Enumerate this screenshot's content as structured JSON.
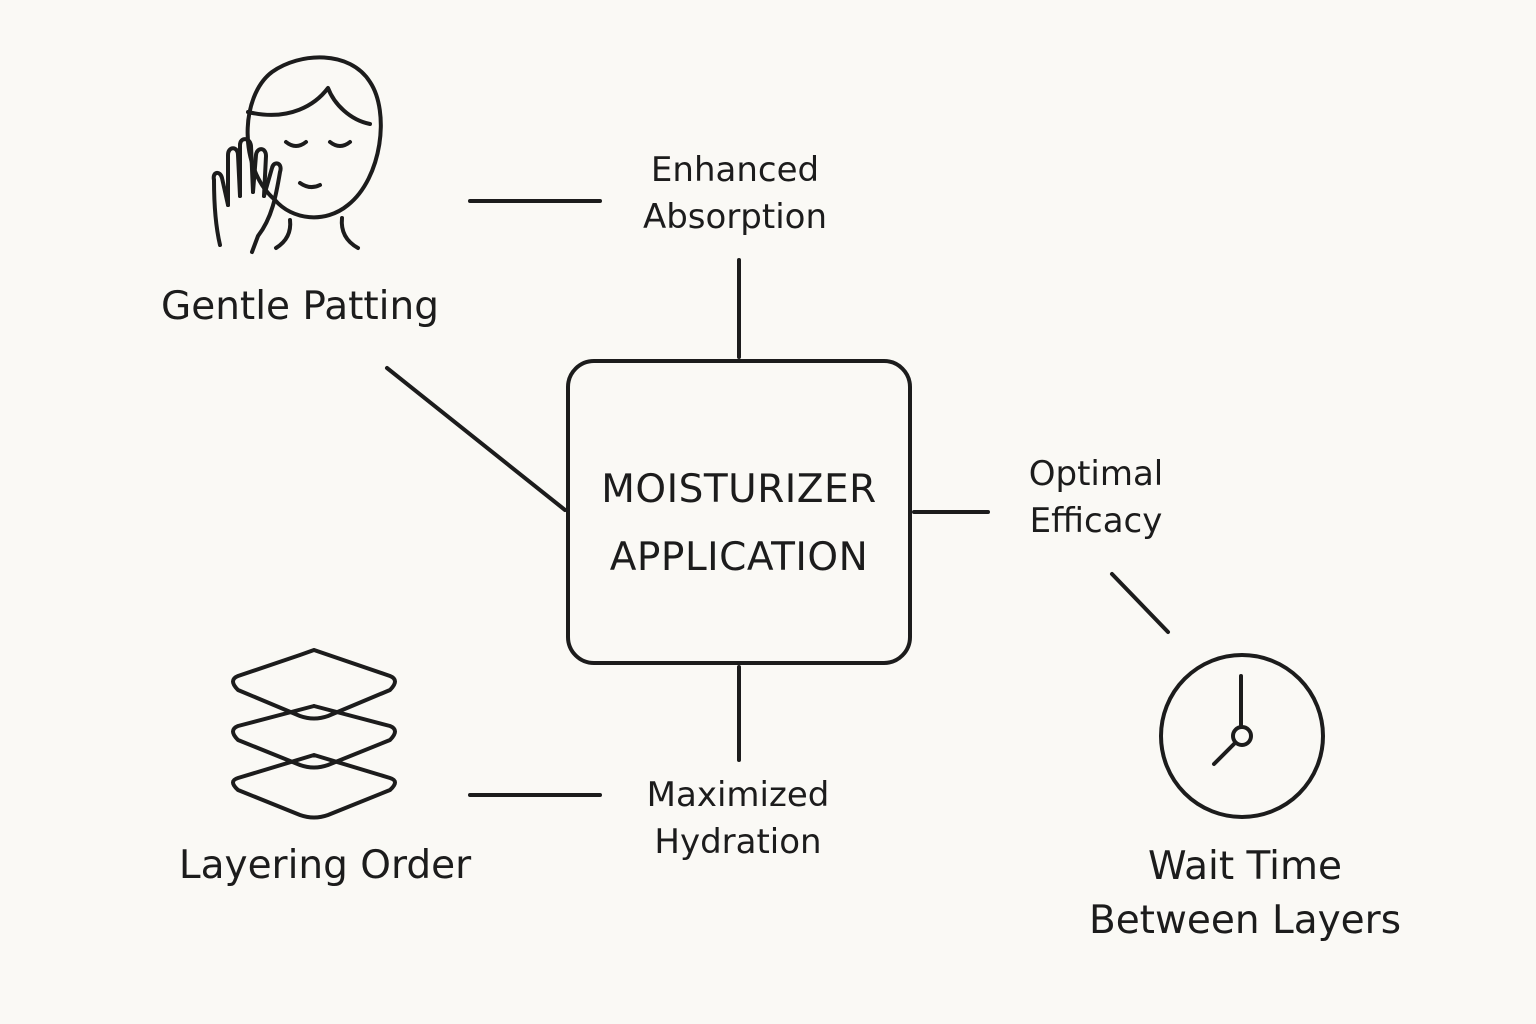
{
  "center": {
    "line1": "MOISTURIZER",
    "line2": "APPLICATION"
  },
  "nodes": {
    "gentle_patting": {
      "label": "Gentle Patting",
      "icon": "face-patting-icon"
    },
    "layering_order": {
      "label": "Layering Order",
      "icon": "layers-icon"
    },
    "wait_time": {
      "line1": "Wait Time",
      "line2": "Between Layers",
      "icon": "clock-icon"
    }
  },
  "outcomes": {
    "enhanced_absorption": {
      "line1": "Enhanced",
      "line2": "Absorption"
    },
    "maximized_hydration": {
      "line1": "Maximized",
      "line2": "Hydration"
    },
    "optimal_efficacy": {
      "line1": "Optimal",
      "line2": "Efficacy"
    }
  },
  "colors": {
    "background": "#faf9f5",
    "stroke": "#1c1c1c"
  }
}
